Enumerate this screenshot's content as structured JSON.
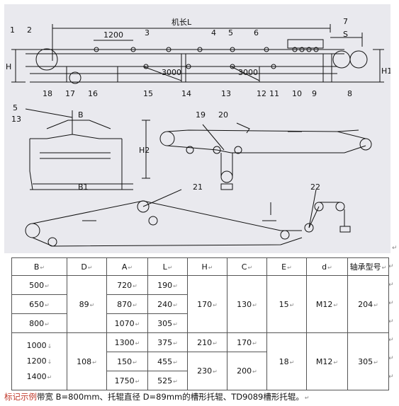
{
  "drawing": {
    "dims": {
      "machine_length": "机长L",
      "spacing_1200": "1200",
      "spacing_3000_a": "3000",
      "spacing_3000_b": "3000",
      "S": "S",
      "H": "H",
      "H1": "H1",
      "H2": "H2",
      "B": "B",
      "B1": "B1"
    },
    "callouts": [
      "1",
      "2",
      "3",
      "4",
      "5",
      "6",
      "7",
      "8",
      "9",
      "10",
      "11",
      "12",
      "13",
      "14",
      "15",
      "16",
      "17",
      "18"
    ],
    "section_callouts": {
      "five": "5",
      "thirteen": "13"
    },
    "lower_callouts": {
      "n19": "19",
      "n20": "20",
      "n21": "21",
      "n22": "22"
    }
  },
  "table": {
    "headers": [
      "B",
      "D",
      "A",
      "L",
      "H",
      "C",
      "E",
      "d",
      "轴承型号"
    ],
    "group1": {
      "B": [
        "500",
        "650",
        "800"
      ],
      "D": "89",
      "A": [
        "720",
        "870",
        "1070"
      ],
      "L": [
        "190",
        "240",
        "305"
      ],
      "H": "170",
      "C": "130",
      "E": "15",
      "d": "M12",
      "bearing": "204"
    },
    "group2": {
      "B": [
        "1000",
        "1200",
        "1400"
      ],
      "D": "108",
      "A": [
        "1300",
        "150",
        "1750"
      ],
      "L": [
        "375",
        "455",
        "525"
      ],
      "H": [
        "210",
        "230"
      ],
      "C": [
        "170",
        "200"
      ],
      "E": "18",
      "d": "M12",
      "bearing": "305"
    }
  },
  "caption": {
    "tag": "标记示例",
    "text": "带宽 B=800mm、托辊直径 D=89mm的槽形托辊、TD9089槽形托辊。"
  }
}
